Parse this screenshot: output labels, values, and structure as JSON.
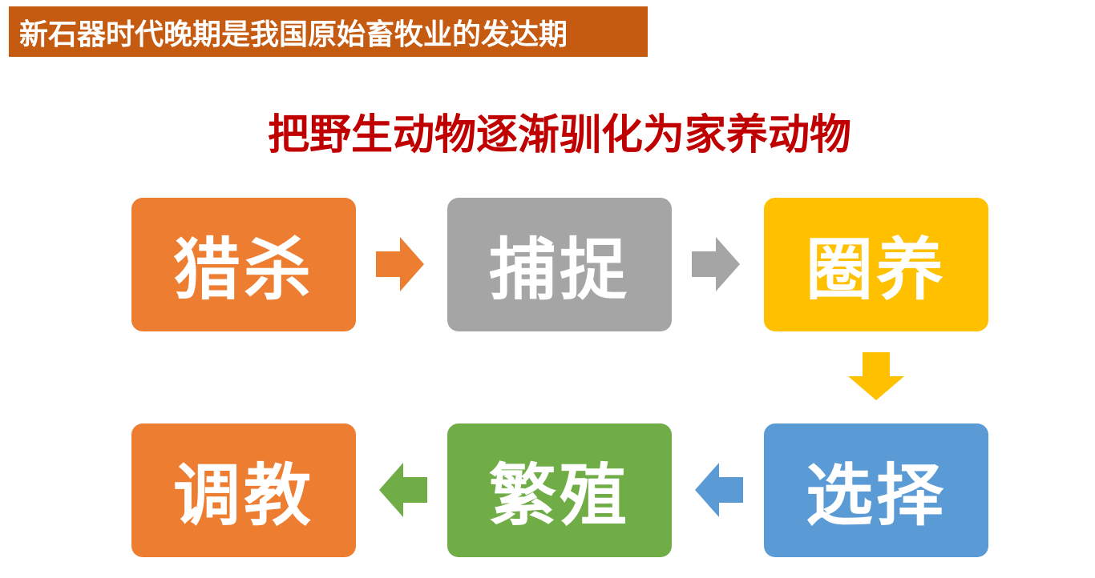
{
  "header": {
    "title": "新石器时代晚期是我国原始畜牧业的发达期"
  },
  "subtitle": "把野生动物逐渐驯化为家养动物",
  "steps": [
    {
      "label": "猎杀",
      "color": "#ED7D31"
    },
    {
      "label": "捕捉",
      "color": "#A5A5A5"
    },
    {
      "label": "圈养",
      "color": "#FFC000"
    },
    {
      "label": "选择",
      "color": "#5B9BD5"
    },
    {
      "label": "繁殖",
      "color": "#70AD47"
    },
    {
      "label": "调教",
      "color": "#ED7D31"
    }
  ],
  "arrows": [
    {
      "icon": "arrow-right-icon",
      "color": "#ED7D31"
    },
    {
      "icon": "arrow-right-icon",
      "color": "#A5A5A5"
    },
    {
      "icon": "arrow-down-icon",
      "color": "#FFC000"
    },
    {
      "icon": "arrow-left-icon",
      "color": "#5B9BD5"
    },
    {
      "icon": "arrow-left-icon",
      "color": "#70AD47"
    }
  ]
}
